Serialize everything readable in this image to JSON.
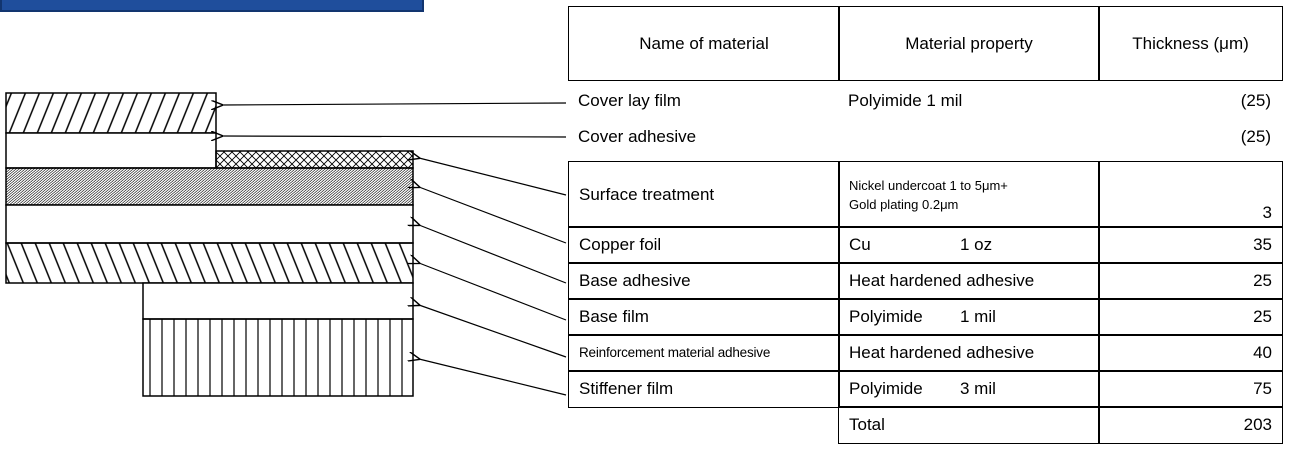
{
  "diagram": {
    "layers": [
      {
        "name": "Cover lay film",
        "pattern": "diagonal-hatch"
      },
      {
        "name": "Cover adhesive",
        "pattern": "blank"
      },
      {
        "name": "Surface treatment",
        "pattern": "crosshatch"
      },
      {
        "name": "Copper foil",
        "pattern": "fine-diagonal-hatch"
      },
      {
        "name": "Base adhesive",
        "pattern": "blank"
      },
      {
        "name": "Base film",
        "pattern": "diagonal-hatch"
      },
      {
        "name": "Reinforcement material adhesive",
        "pattern": "blank"
      },
      {
        "name": "Stiffener film",
        "pattern": "vertical-lines"
      }
    ]
  },
  "table": {
    "headers": {
      "name": "Name of material",
      "property": "Material property",
      "thickness": "Thickness (μm)"
    },
    "cover_rows": [
      {
        "name": "Cover lay film",
        "property": "Polyimide 1 mil",
        "thickness": "(25)"
      },
      {
        "name": "Cover adhesive",
        "property": "",
        "thickness": "(25)"
      }
    ],
    "rows": [
      {
        "name": "Surface treatment",
        "property_line1": "Nickel undercoat 1 to 5μm+",
        "property_line2": "Gold plating  0.2μm",
        "thickness": "3"
      },
      {
        "name": "Copper foil",
        "property_a": "Cu",
        "property_b": "1 oz",
        "thickness": "35"
      },
      {
        "name": "Base adhesive",
        "property": "Heat hardened adhesive",
        "thickness": "25"
      },
      {
        "name": "Base film",
        "property_a": "Polyimide",
        "property_b": "1 mil",
        "thickness": "25"
      },
      {
        "name": "Reinforcement material adhesive",
        "property": "Heat hardened adhesive",
        "thickness": "40"
      },
      {
        "name": "Stiffener film",
        "property_a": "Polyimide",
        "property_b": "3 mil",
        "thickness": "75"
      }
    ],
    "total": {
      "label": "Total",
      "thickness": "203"
    }
  }
}
